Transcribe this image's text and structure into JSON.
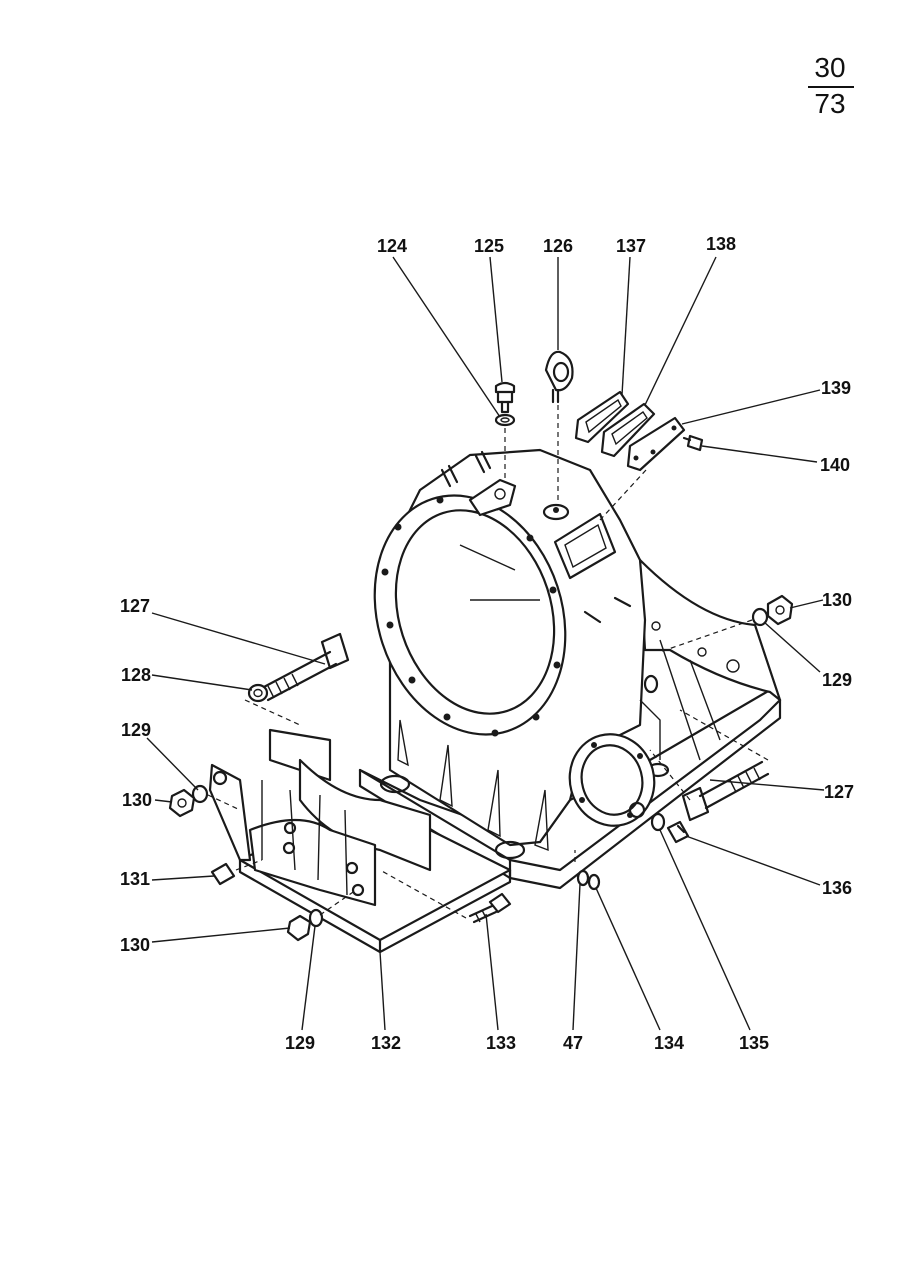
{
  "page": {
    "number": "30",
    "total": "73"
  },
  "callouts": [
    {
      "id": "c124",
      "label": "124"
    },
    {
      "id": "c125",
      "label": "125"
    },
    {
      "id": "c126",
      "label": "126"
    },
    {
      "id": "c137",
      "label": "137"
    },
    {
      "id": "c138",
      "label": "138"
    },
    {
      "id": "c139",
      "label": "139"
    },
    {
      "id": "c140",
      "label": "140"
    },
    {
      "id": "c130a",
      "label": "130"
    },
    {
      "id": "c129a",
      "label": "129"
    },
    {
      "id": "c127a",
      "label": "127"
    },
    {
      "id": "c128",
      "label": "128"
    },
    {
      "id": "c129b",
      "label": "129"
    },
    {
      "id": "c130b",
      "label": "130"
    },
    {
      "id": "c131",
      "label": "131"
    },
    {
      "id": "c130c",
      "label": "130"
    },
    {
      "id": "c129c",
      "label": "129"
    },
    {
      "id": "c132",
      "label": "132"
    },
    {
      "id": "c133",
      "label": "133"
    },
    {
      "id": "c47",
      "label": "47"
    },
    {
      "id": "c134",
      "label": "134"
    },
    {
      "id": "c135",
      "label": "135"
    },
    {
      "id": "c127b",
      "label": "127"
    },
    {
      "id": "c136",
      "label": "136"
    }
  ]
}
